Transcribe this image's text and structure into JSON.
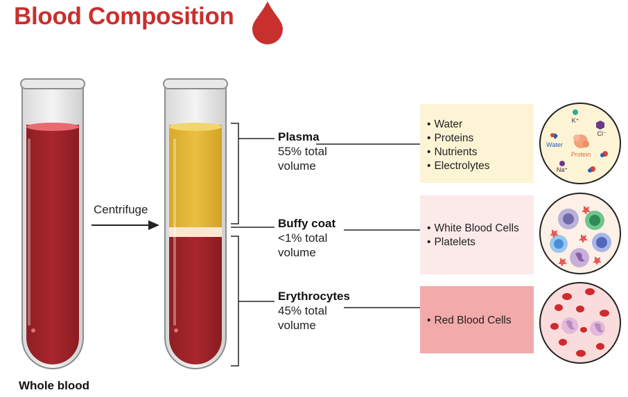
{
  "title": "Blood Composition",
  "tube_left_label": "Whole blood",
  "centrifuge_label": "Centrifuge",
  "layers": [
    {
      "name": "Plasma",
      "percent_line1": "55% total",
      "percent_line2": "volume",
      "items": [
        "Water",
        "Proteins",
        "Nutrients",
        "Electrolytes"
      ],
      "box_color": "#fdf4d6",
      "circle_labels": {
        "k": "K⁺",
        "cl": "Cl⁻",
        "water": "Water",
        "protein": "Protein",
        "na": "Na⁺"
      }
    },
    {
      "name": "Buffy coat",
      "percent_line1": "<1% total",
      "percent_line2": "volume",
      "items": [
        "White Blood Cells",
        "Platelets"
      ],
      "box_color": "#fce9e9"
    },
    {
      "name": "Erythrocytes",
      "percent_line1": "45% total",
      "percent_line2": "volume",
      "items": [
        "Red Blood Cells"
      ],
      "box_color": "#f2aaaa"
    }
  ],
  "colors": {
    "title": "#c8302e",
    "blood": "#a8262c",
    "plasma": "#e3b936",
    "buffy": "#fbe6d2"
  }
}
